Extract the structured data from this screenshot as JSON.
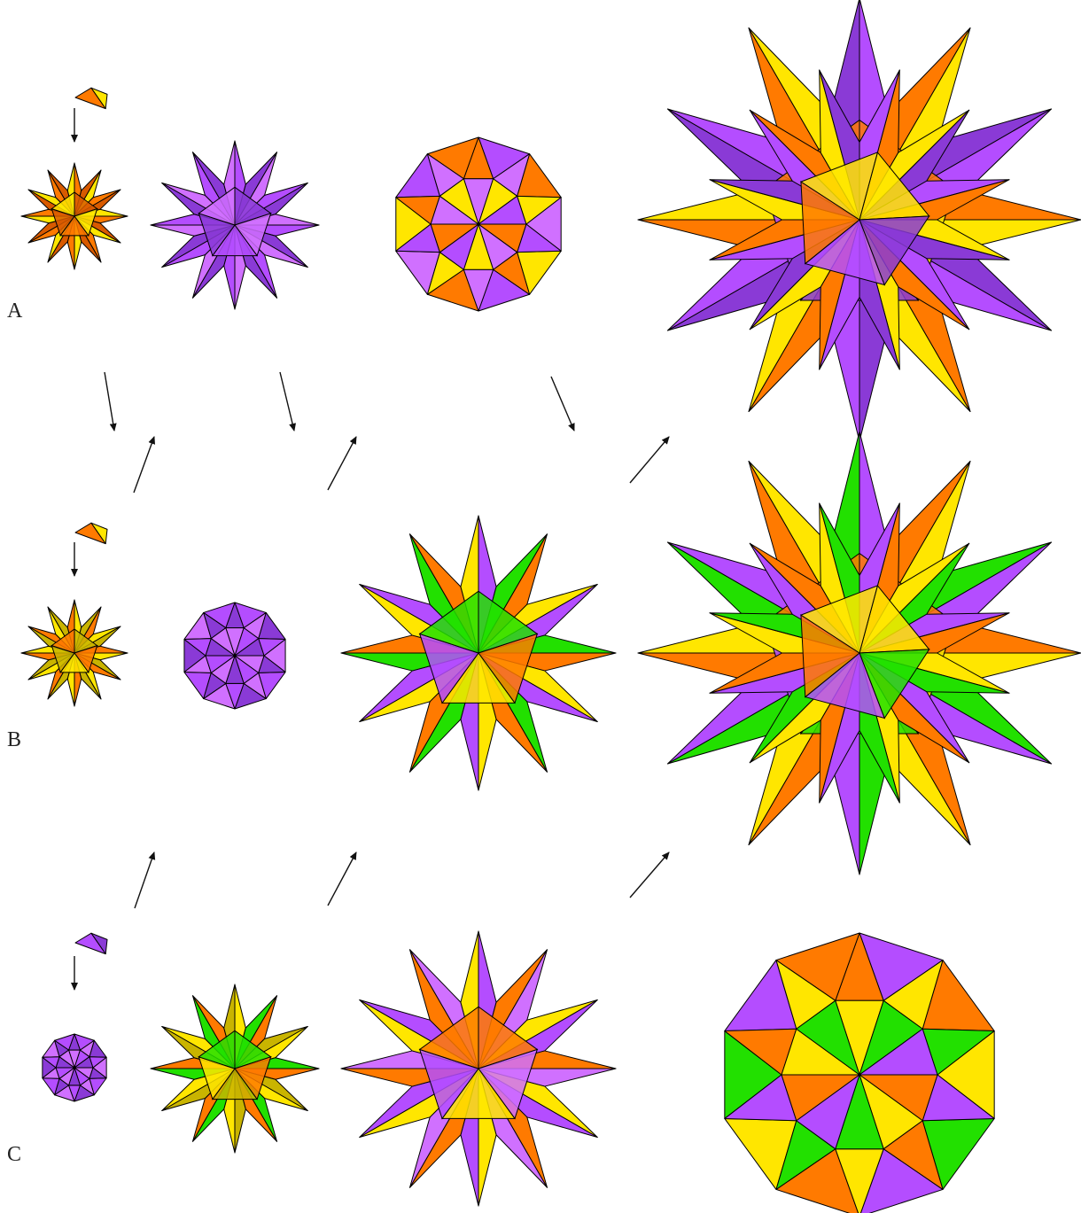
{
  "rows": [
    {
      "label": "A"
    },
    {
      "label": "B"
    },
    {
      "label": "C"
    }
  ],
  "colors": {
    "purple": "#b44dff",
    "purple_light": "#d070ff",
    "purple_dark": "#8a3ad6",
    "orange": "#ff7a00",
    "orange_dark": "#d85a00",
    "yellow": "#ffe600",
    "yellow_dark": "#c9b400",
    "green": "#22e000",
    "green_dark": "#169a00",
    "edge": "#000000",
    "arrow": "#111111"
  },
  "shapes": [
    {
      "id": "a-seed",
      "kind": "wedge",
      "palette": [
        "orange",
        "yellow",
        "orange_dark"
      ]
    },
    {
      "id": "a-1",
      "kind": "star",
      "palette": [
        "orange",
        "orange_dark",
        "yellow"
      ]
    },
    {
      "id": "a-2",
      "kind": "star",
      "palette": [
        "purple",
        "purple_dark",
        "purple_light"
      ]
    },
    {
      "id": "a-3",
      "kind": "ball",
      "palette": [
        "purple",
        "orange",
        "purple_light",
        "yellow"
      ]
    },
    {
      "id": "a-4",
      "kind": "big-star",
      "palette": [
        "purple",
        "orange",
        "yellow",
        "purple_dark"
      ]
    },
    {
      "id": "b-seed",
      "kind": "wedge",
      "palette": [
        "orange",
        "yellow",
        "orange_dark"
      ]
    },
    {
      "id": "b-1",
      "kind": "star",
      "palette": [
        "yellow",
        "yellow_dark",
        "orange"
      ]
    },
    {
      "id": "b-2",
      "kind": "ball",
      "palette": [
        "purple",
        "purple_dark",
        "purple_light"
      ]
    },
    {
      "id": "b-3",
      "kind": "star",
      "palette": [
        "purple",
        "green",
        "orange",
        "yellow"
      ]
    },
    {
      "id": "b-4",
      "kind": "big-star",
      "palette": [
        "purple",
        "orange",
        "yellow",
        "green"
      ]
    },
    {
      "id": "c-seed",
      "kind": "wedge",
      "palette": [
        "purple",
        "purple_dark",
        "purple_light"
      ]
    },
    {
      "id": "c-1",
      "kind": "ball",
      "palette": [
        "purple",
        "purple_dark",
        "purple_light"
      ]
    },
    {
      "id": "c-2",
      "kind": "star",
      "palette": [
        "yellow",
        "green",
        "orange",
        "yellow_dark"
      ]
    },
    {
      "id": "c-3",
      "kind": "star",
      "palette": [
        "purple",
        "orange",
        "purple_light",
        "yellow"
      ]
    },
    {
      "id": "c-4",
      "kind": "ball",
      "palette": [
        "purple",
        "orange",
        "yellow",
        "green"
      ]
    }
  ]
}
